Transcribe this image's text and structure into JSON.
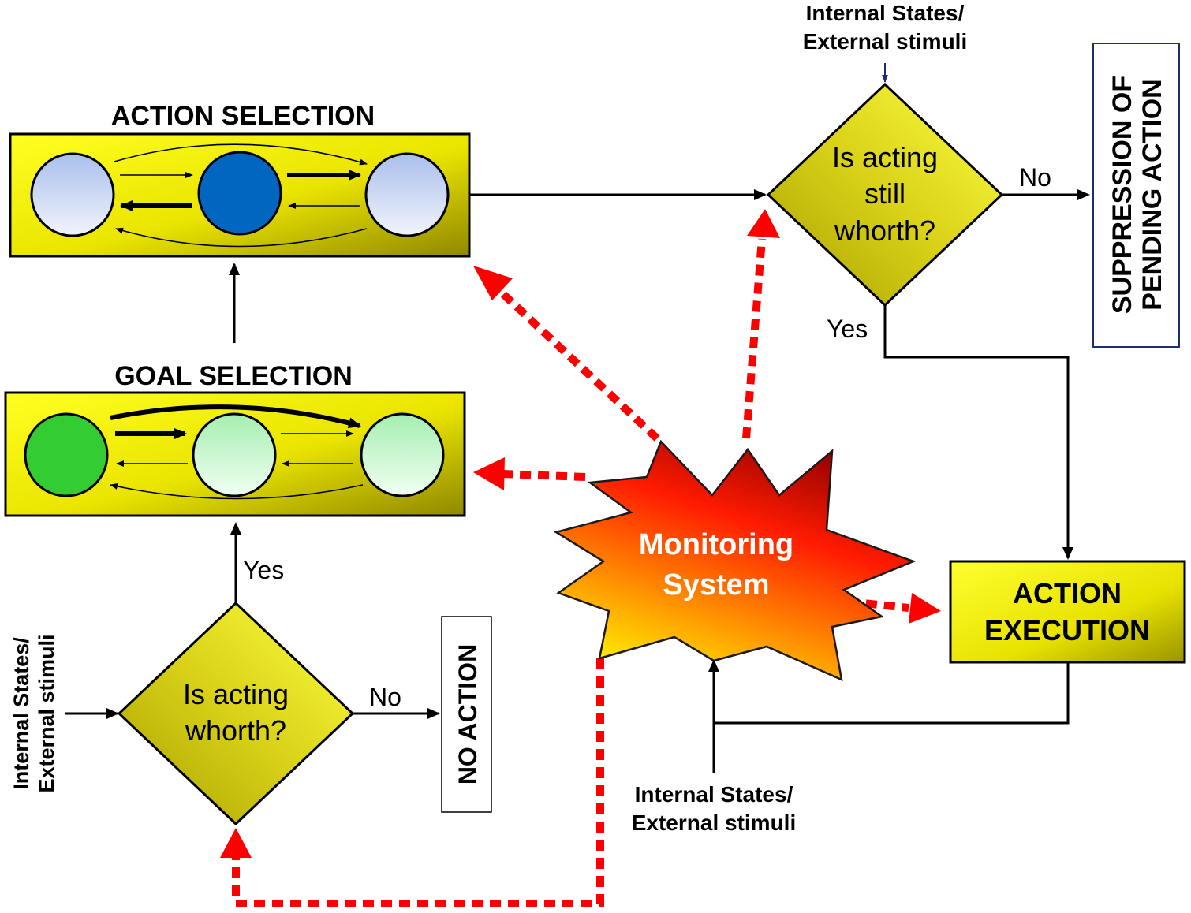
{
  "colors": {
    "box_fill_light": "#f5f000",
    "box_fill_dark": "#9b9400",
    "diamond_fill": "#d6cf10",
    "feedback_arrow": "#ff0000",
    "flow_arrow": "#000000",
    "node_blue_active": "#0066c0",
    "node_blue_idle": "#c4d4f2",
    "node_green_active": "#33cc33",
    "node_green_idle": "#c8f5c8",
    "starburst_top": "#c00000",
    "starburst_bottom": "#ffea00"
  },
  "action_selection": {
    "title": "ACTION SELECTION"
  },
  "goal_selection": {
    "title": "GOAL SELECTION"
  },
  "decision_start": {
    "lines": [
      "Is acting",
      "whorth?"
    ],
    "yes_label": "Yes",
    "no_label": "No"
  },
  "decision_continue": {
    "lines": [
      "Is acting",
      "still",
      "whorth?"
    ],
    "yes_label": "Yes",
    "no_label": "No"
  },
  "no_action": {
    "label": "NO ACTION"
  },
  "suppression": {
    "lines": [
      "SUPPRESSION OF",
      "PENDING ACTION"
    ]
  },
  "action_execution": {
    "lines": [
      "ACTION",
      "EXECUTION"
    ]
  },
  "monitoring": {
    "lines": [
      "Monitoring",
      "System"
    ]
  },
  "inputs": {
    "top": [
      "Internal States/",
      "External stimuli"
    ],
    "left": [
      "Internal States/",
      "External stimuli"
    ],
    "bottom": [
      "Internal States/",
      "External stimuli"
    ]
  }
}
